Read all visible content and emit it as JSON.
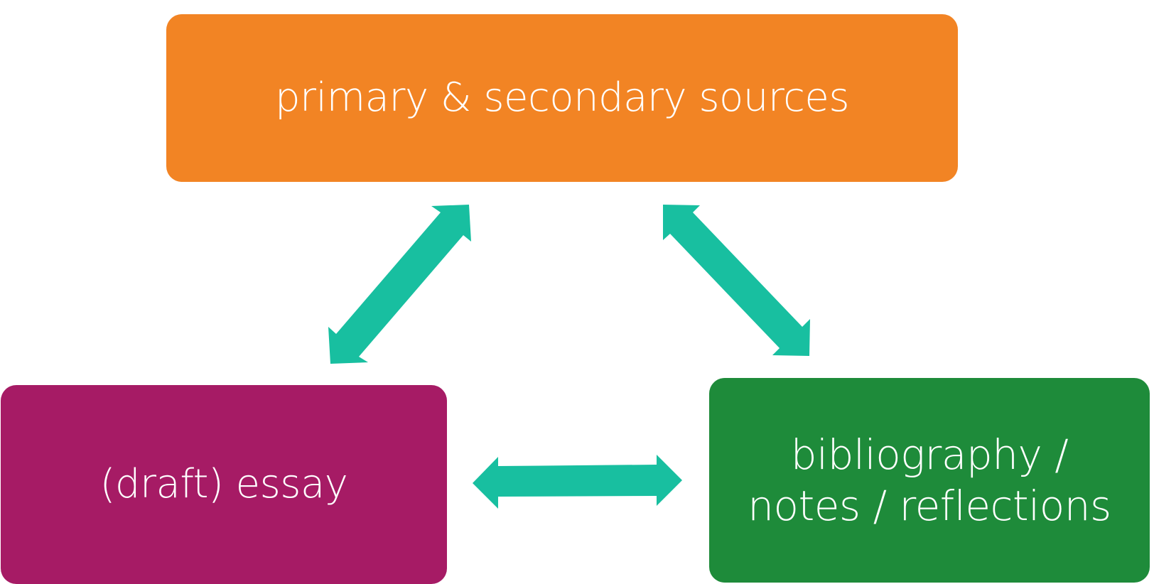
{
  "colors": {
    "sources": "#f28424",
    "essay": "#a61b65",
    "bibliography": "#1e8b3a",
    "arrow": "#18bfa0"
  },
  "nodes": {
    "sources": {
      "label": "primary & secondary sources"
    },
    "essay": {
      "label": "(draft) essay"
    },
    "bibliography": {
      "line1": "bibliography /",
      "line2": "notes / reflections"
    }
  },
  "connections": [
    {
      "from": "sources",
      "to": "essay",
      "type": "bidirectional"
    },
    {
      "from": "sources",
      "to": "bibliography",
      "type": "bidirectional"
    },
    {
      "from": "essay",
      "to": "bibliography",
      "type": "bidirectional"
    }
  ]
}
